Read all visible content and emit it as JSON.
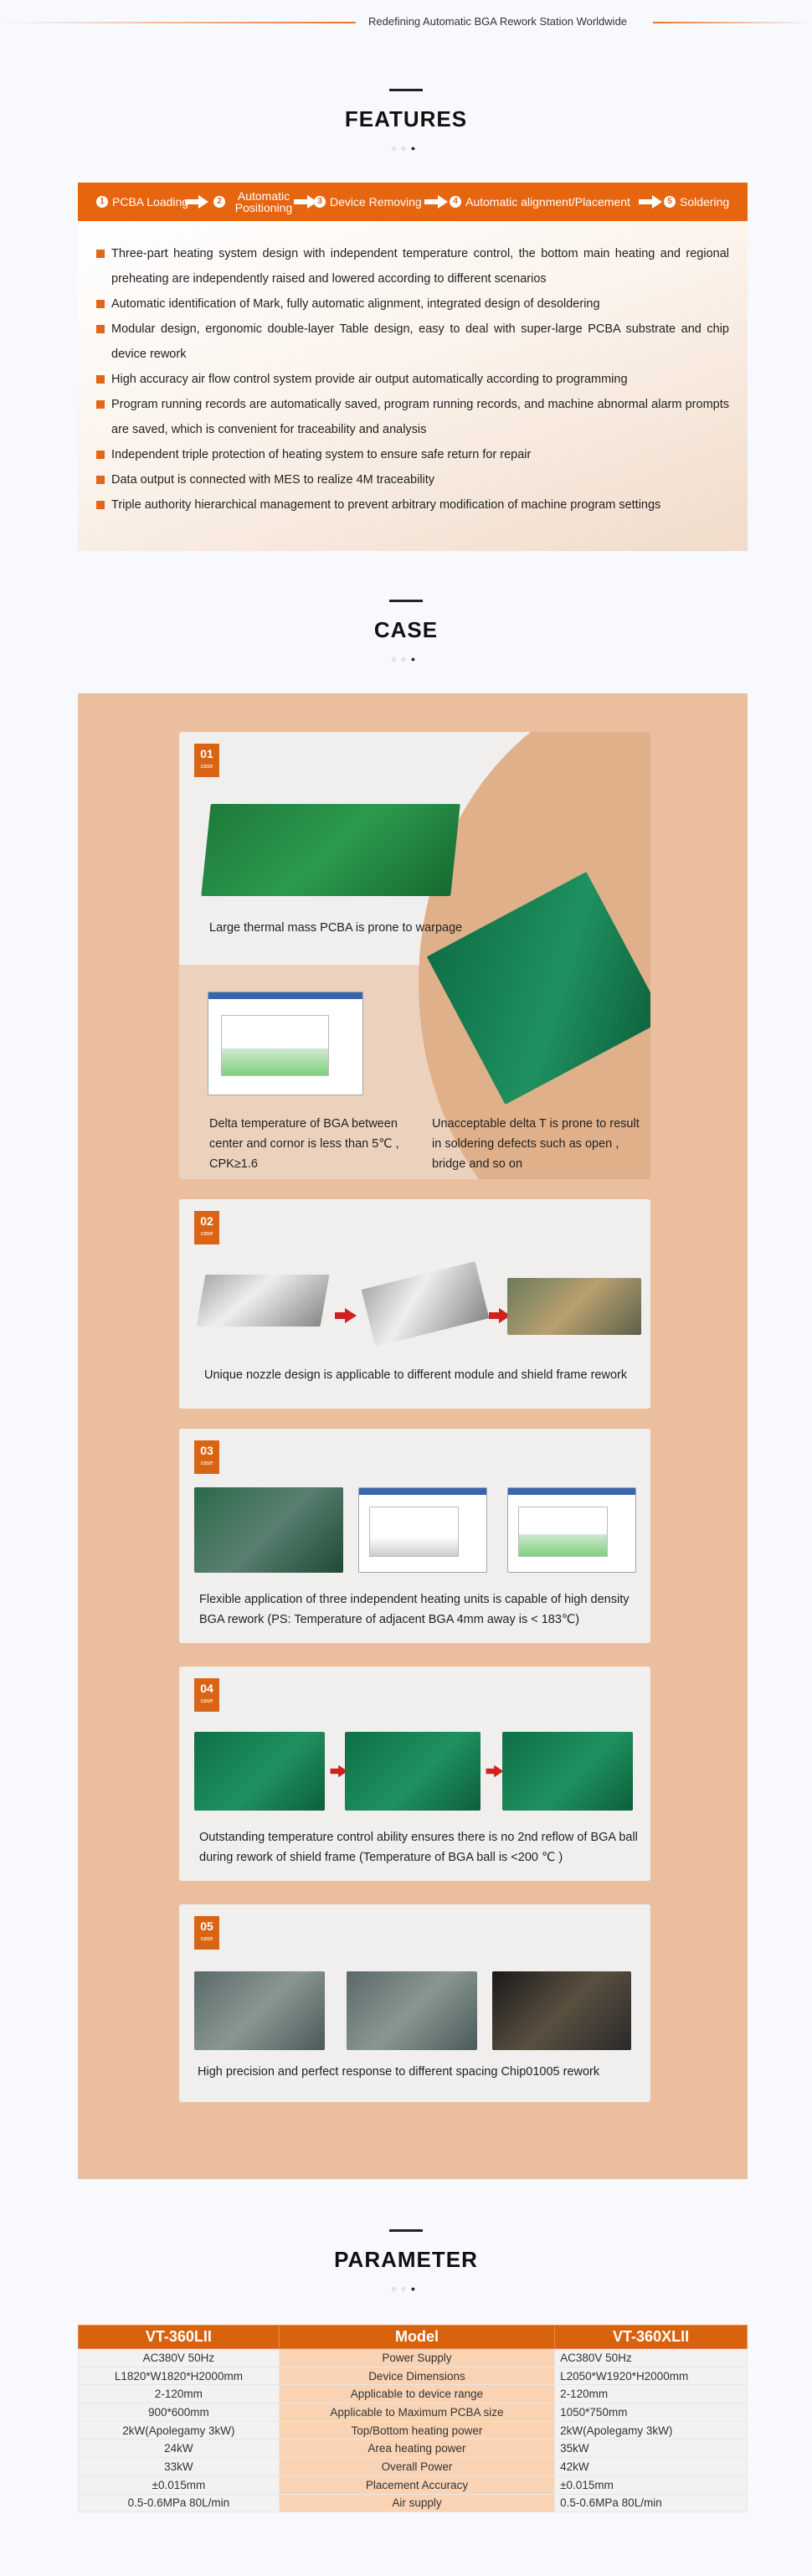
{
  "banner": {
    "text": "Redefining Automatic BGA Rework Station Worldwide"
  },
  "features": {
    "title": "FEATURES",
    "flow": [
      {
        "num": "1",
        "label": "PCBA Loading"
      },
      {
        "num": "2",
        "label": "Automatic Positioning"
      },
      {
        "num": "3",
        "label": "Device Removing"
      },
      {
        "num": "4",
        "label": "Automatic alignment/Placement"
      },
      {
        "num": "5",
        "label": "Soldering"
      }
    ],
    "items": [
      "Three-part heating system design with independent temperature control, the bottom main heating and regional preheating are independently raised and lowered according to different scenarios",
      "Automatic identification of Mark, fully automatic alignment, integrated design of desoldering",
      "Modular design, ergonomic double-layer Table design, easy to deal with super-large PCBA substrate and chip device rework",
      "High accuracy air flow control system provide air output automatically according to programming",
      "Program running records are automatically saved, program running records, and machine abnormal alarm prompts are saved, which is convenient for traceability and analysis",
      "Independent triple protection of heating system to ensure safe return for repair",
      "Data output is connected with MES to realize 4M traceability",
      "Triple authority hierarchical management to prevent arbitrary modification of machine program settings"
    ]
  },
  "case": {
    "title": "CASE",
    "badge_sub": "case",
    "cards": [
      {
        "num": "01",
        "captions": [
          "Large thermal mass PCBA is prone to warpage",
          "Delta temperature of BGA between center and cornor is less than 5℃ , CPK≥1.6",
          "Unacceptable delta T is prone to result in soldering defects such as open , bridge and so on"
        ]
      },
      {
        "num": "02",
        "caption": "Unique nozzle design is applicable to different module and shield frame rework"
      },
      {
        "num": "03",
        "caption": "Flexible application of three independent heating units is capable of high density BGA rework (PS: Temperature of adjacent BGA 4mm away is < 183℃)"
      },
      {
        "num": "04",
        "caption": "Outstanding temperature control ability ensures there is no 2nd reflow of BGA ball during rework of shield frame (Temperature of BGA ball is <200 ℃ )"
      },
      {
        "num": "05",
        "caption": "High precision and perfect response to different spacing Chip01005 rework"
      }
    ]
  },
  "parameter": {
    "title": "PARAMETER",
    "headers": [
      "VT-360LII",
      "Model",
      "VT-360XLII"
    ],
    "rows": [
      [
        "AC380V 50Hz",
        "Power Supply",
        "AC380V 50Hz"
      ],
      [
        "L1820*W1820*H2000mm",
        "Device Dimensions",
        "L2050*W1920*H2000mm"
      ],
      [
        "2-120mm",
        "Applicable to device range",
        "2-120mm"
      ],
      [
        "900*600mm",
        "Applicable to Maximum PCBA size",
        "1050*750mm"
      ],
      [
        "2kW(Apolegamy 3kW)",
        "Top/Bottom heating power",
        "2kW(Apolegamy 3kW)"
      ],
      [
        "24kW",
        "Area heating power",
        "35kW"
      ],
      [
        "33kW",
        "Overall Power",
        "42kW"
      ],
      [
        "±0.015mm",
        "Placement Accuracy",
        "±0.015mm"
      ],
      [
        "0.5-0.6MPa 80L/min",
        "Air supply",
        "0.5-0.6MPa 80L/min"
      ]
    ]
  },
  "colors": {
    "accent": "#e8650f",
    "case_bg": "#ebbf9e",
    "card_bg": "#f0efee",
    "param_model_col": "#f9d3b4"
  }
}
